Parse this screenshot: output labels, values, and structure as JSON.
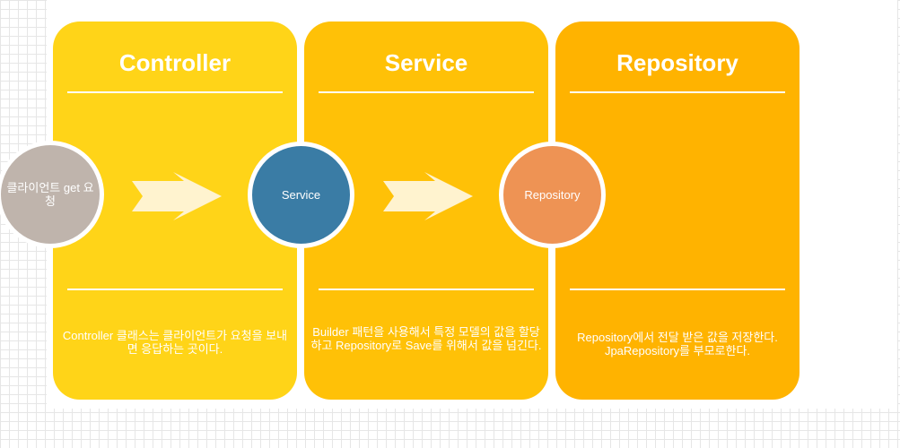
{
  "panels": [
    {
      "title": "Controller",
      "description": "Controller 클래스는 클라이언트가 요청을 보내면 응답하는 곳이다.",
      "color": "#ffd418"
    },
    {
      "title": "Service",
      "description": "Builder 패턴을 사용해서 특정 모델의 값을 할당하고 Repository로 Save를 위해서 값을 넘긴다.",
      "color": "#ffc107"
    },
    {
      "title": "Repository",
      "description": "Repository에서 전달 받은 값을 저장한다. JpaRepository를 부모로한다.",
      "color": "#ffb300"
    }
  ],
  "nodes": {
    "client": {
      "label": "클라이언트 get 요청",
      "color": "#bfb4ac"
    },
    "service": {
      "label": "Service",
      "color": "#3a7ca5"
    },
    "repository": {
      "label": "Repository",
      "color": "#ee9354"
    }
  },
  "arrow_color": "#fff3cf",
  "icons": {
    "arrow_1": "right-arrow-icon",
    "arrow_2": "right-arrow-icon"
  }
}
